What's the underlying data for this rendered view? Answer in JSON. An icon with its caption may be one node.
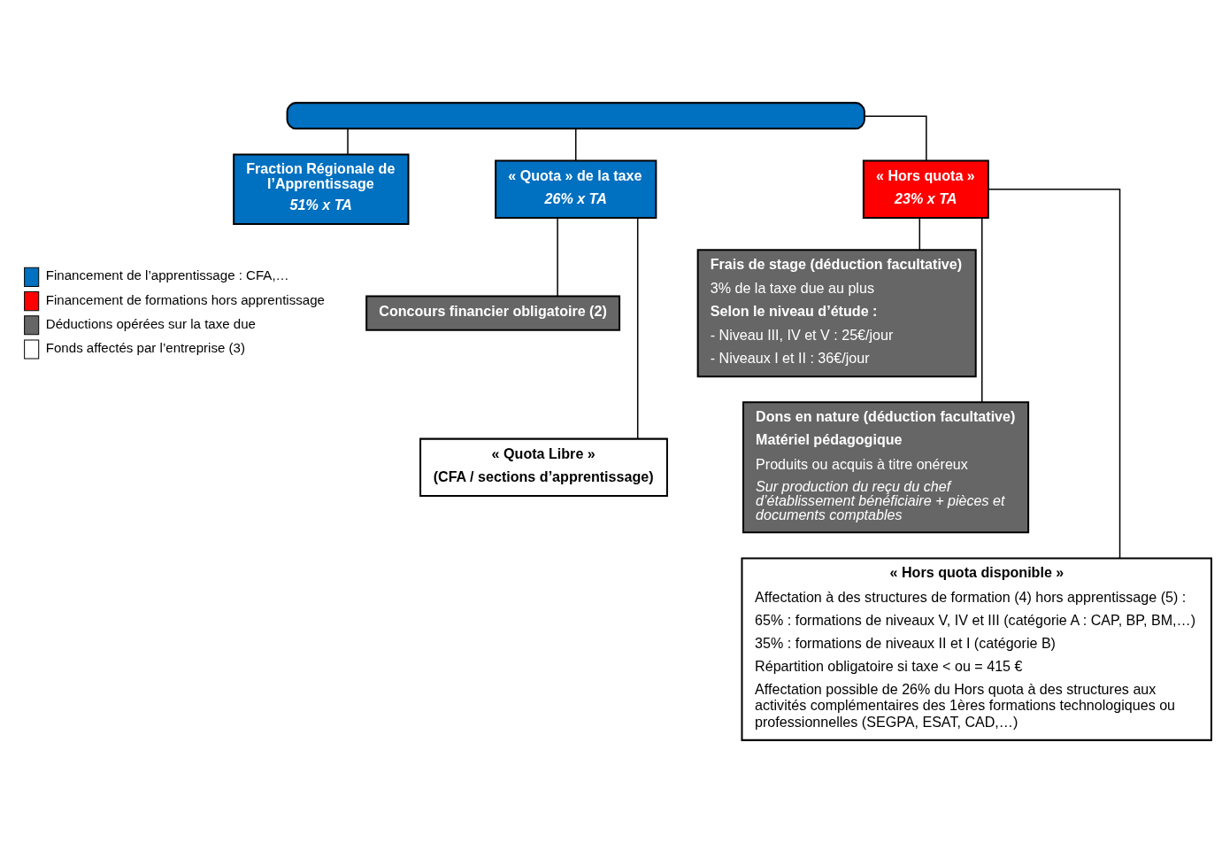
{
  "diagram": {
    "nodes": [
      {
        "text": [],
        "shape": "box"
      },
      {
        "text": [
          "Fraction Régionale de l’Apprentissage",
          "51% x TA"
        ]
      },
      {
        "text": [
          "« Quota » de la taxe",
          "26% x TA"
        ]
      },
      {
        "text": [
          "« Hors quota »",
          "23% x TA"
        ]
      },
      {
        "text": [
          "Concours financier obligatoire (2)"
        ]
      },
      {
        "text": [
          "« Quota Libre »",
          "(CFA / sections d’apprentissage)"
        ]
      },
      {
        "text": [
          "Frais de stage (déduction facultative)",
          "3% de la taxe due au plus",
          "Selon le niveau d’étude :",
          "- Niveau III, IV et V : 25€/jour",
          "- Niveaux I et II : 36€/jour"
        ]
      },
      {
        "text": [
          "Dons en nature (déduction facultative)",
          "Matériel pédagogique",
          "Produits ou acquis à titre onéreux",
          "Sur production du reçu du chef d’établissement bénéficiaire + pièces et documents comptables"
        ]
      },
      {
        "text": [
          "« Hors quota disponible »",
          "Affectation à des structures de formation (4) hors apprentissage (5) :",
          "65% : formations de niveaux V, IV et III (catégorie A : CAP, BP, BM,…)",
          "35% : formations de niveaux II et I (catégorie B)",
          "Répartition obligatoire si taxe < ou = 415 €",
          "Affectation possible de 26% du Hors quota à des structures aux activités complémentaires des 1ères formations technologiques ou professionnelles (SEGPA, ESAT, CAD,…)"
        ]
      }
    ],
    "edges": [
      {
        "from": 0,
        "to": 1,
        "arrow": "none"
      },
      {
        "from": 0,
        "to": 2,
        "arrow": "none"
      },
      {
        "from": 0,
        "to": 3,
        "arrow": "none"
      },
      {
        "from": 2,
        "to": 4,
        "arrow": "none"
      },
      {
        "from": 2,
        "to": 5,
        "arrow": "none"
      },
      {
        "from": 3,
        "to": 6,
        "arrow": "none"
      },
      {
        "from": 3,
        "to": 7,
        "arrow": "none"
      },
      {
        "from": 3,
        "to": 8,
        "arrow": "none"
      }
    ],
    "legend": [
      {
        "text": "Financement de l’apprentissage : CFA,…",
        "color": "#0070c0"
      },
      {
        "text": "Financement de formations hors apprentissage",
        "color": "#ff0000"
      },
      {
        "text": "Déductions opérées sur la taxe due",
        "color": "#666666"
      },
      {
        "text": "Fonds affectés par l’entreprise (3)",
        "color": "#ffffff"
      }
    ]
  }
}
